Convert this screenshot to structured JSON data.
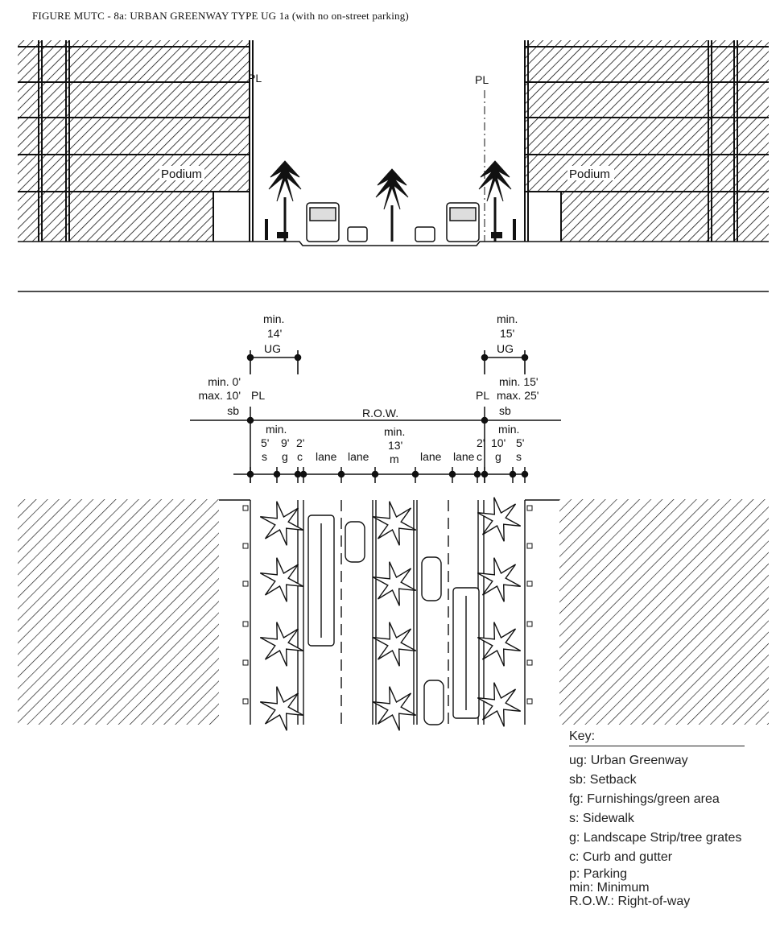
{
  "title": "FIGURE MUTC - 8a: URBAN GREENWAY TYPE UG 1a  (with no on-street parking)",
  "elevation": {
    "pl_left": "PL",
    "pl_right": "PL",
    "podium_left": "Podium",
    "podium_right": "Podium"
  },
  "plan": {
    "ug_left": {
      "min": "min.",
      "value": "14'",
      "label": "UG"
    },
    "ug_right": {
      "min": "min.",
      "value": "15'",
      "label": "UG"
    },
    "sb_left": {
      "line1": "min. 0'",
      "line2": "max. 10'",
      "line3": "sb"
    },
    "sb_right": {
      "line1": "min. 15'",
      "line2": "max. 25'",
      "line3": "sb"
    },
    "pl_left": "PL",
    "pl_right": "PL",
    "row": "R.O.W.",
    "segments": {
      "min_left": "min.",
      "s_left_v": "5'",
      "s_left": "s",
      "g_left_v": "9'",
      "g_left": "g",
      "c_left_v": "2'",
      "c_left": "c",
      "lane1": "lane",
      "lane2": "lane",
      "median_min": "min.",
      "median_v": "13'",
      "median": "m",
      "lane3": "lane",
      "lane4": "lane",
      "c_right_v": "2'",
      "c_right": "c",
      "min_right": "min.",
      "g_right_v": "10'",
      "g_right": "g",
      "s_right_v": "5'",
      "s_right": "s"
    }
  },
  "key": {
    "heading": "Key:",
    "items": [
      "ug: Urban Greenway",
      "sb: Setback",
      "fg: Furnishings/green area",
      "s: Sidewalk",
      "g: Landscape Strip/tree grates",
      "c: Curb and gutter",
      "p: Parking",
      "min: Minimum",
      "R.O.W.: Right-of-way"
    ]
  }
}
